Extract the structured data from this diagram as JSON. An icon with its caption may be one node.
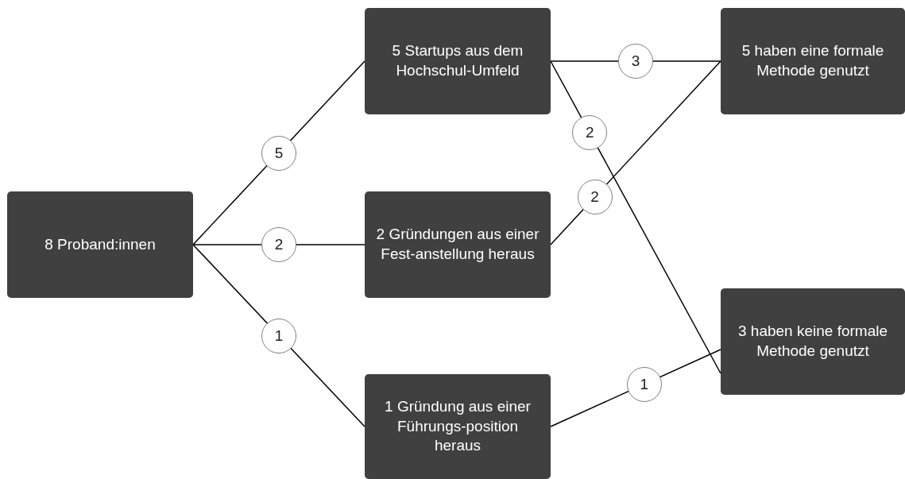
{
  "diagram": {
    "nodes": [
      {
        "text": [
          "8 Proband:innen"
        ]
      },
      {
        "text": [
          "5 Startups aus dem Hochschul-Umfeld"
        ]
      },
      {
        "text": [
          "2 Gründungen aus einer Fest-anstellung heraus"
        ]
      },
      {
        "text": [
          "1 Gründung aus einer Führungs-position heraus"
        ]
      },
      {
        "text": [
          "5 haben eine formale Methode genutzt"
        ]
      },
      {
        "text": [
          "3 haben keine formale Methode genutzt"
        ]
      }
    ],
    "edges": [
      {
        "from": 0,
        "to": 1,
        "arrow": "none",
        "label": "5"
      },
      {
        "from": 0,
        "to": 2,
        "arrow": "none",
        "label": "2"
      },
      {
        "from": 0,
        "to": 3,
        "arrow": "none",
        "label": "1"
      },
      {
        "from": 1,
        "to": 4,
        "arrow": "none",
        "label": "3"
      },
      {
        "from": 1,
        "to": 5,
        "arrow": "none",
        "label": "2"
      },
      {
        "from": 2,
        "to": 4,
        "arrow": "none",
        "label": "2"
      },
      {
        "from": 3,
        "to": 5,
        "arrow": "none",
        "label": "1"
      }
    ]
  }
}
